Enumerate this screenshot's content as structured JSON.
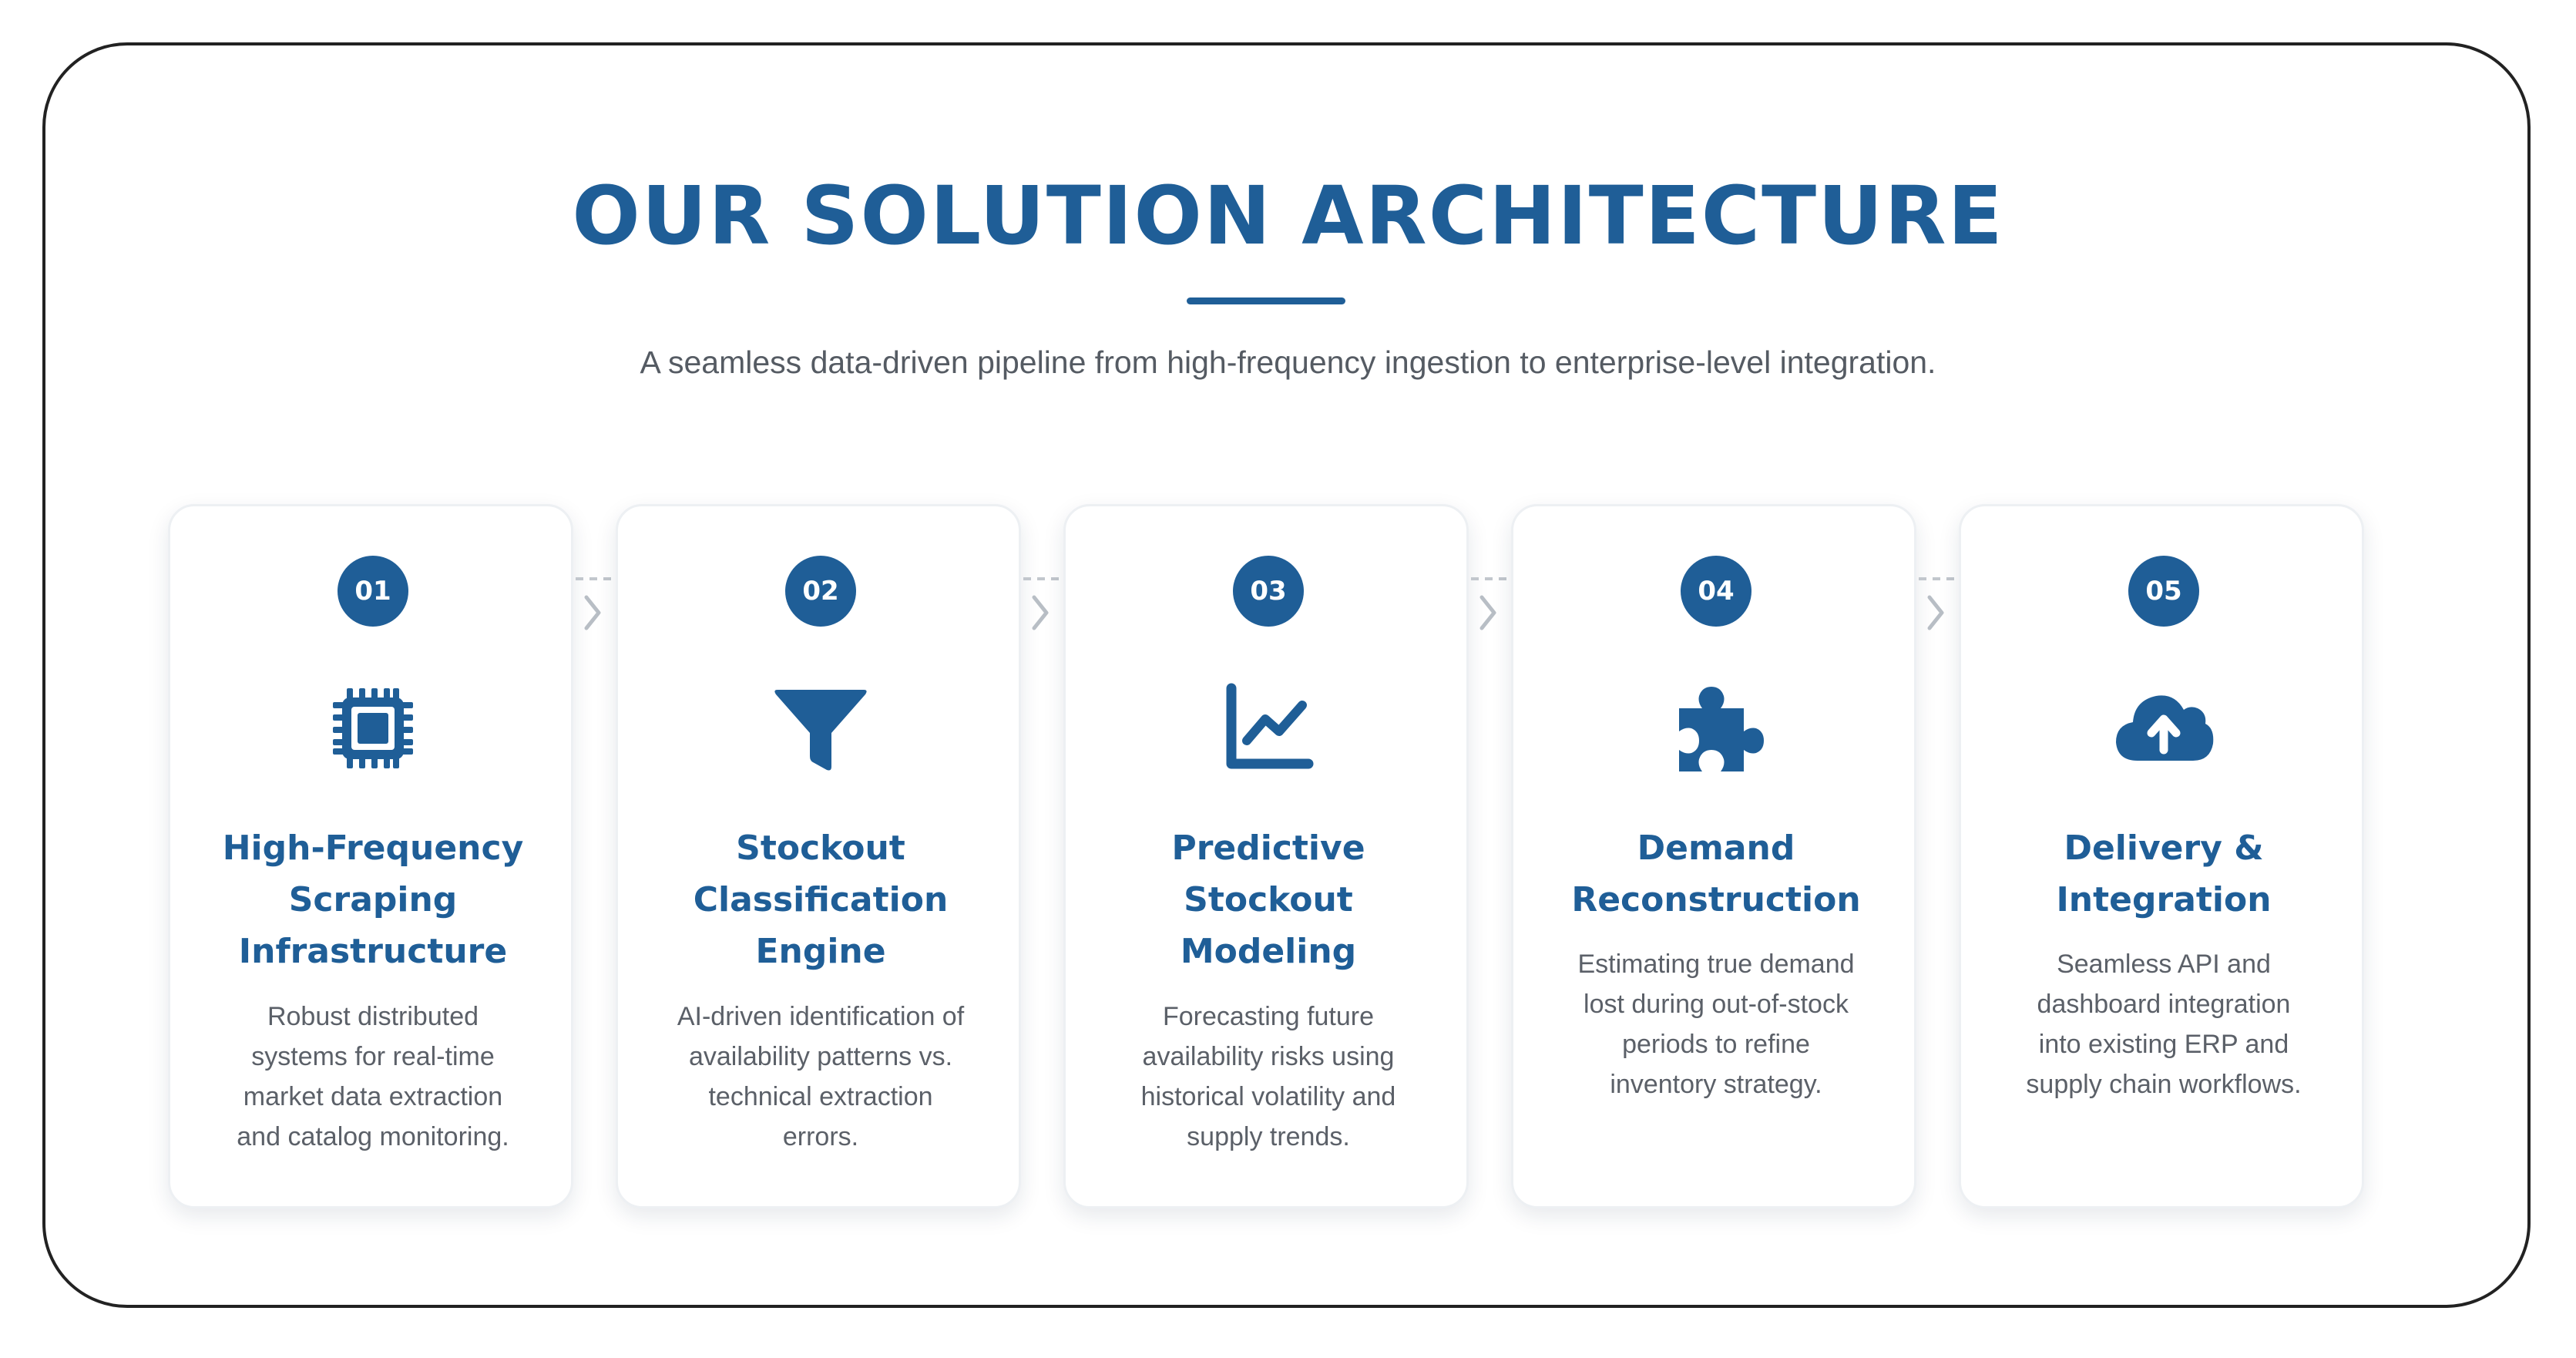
{
  "title": "OUR SOLUTION ARCHITECTURE",
  "subtitle": "A seamless data-driven pipeline from high-frequency ingestion to enterprise-level integration.",
  "colors": {
    "accent": "#1f5e97",
    "text_muted": "#5b6068",
    "border": "#222222",
    "connector": "#c2c7cd"
  },
  "steps": [
    {
      "number": "01",
      "icon": "cpu-chip-icon",
      "title_lines": [
        "High-Frequency",
        "Scraping",
        "Infrastructure"
      ],
      "desc_lines": [
        "Robust distributed",
        "systems for real-time",
        "market data extraction",
        "and catalog monitoring."
      ]
    },
    {
      "number": "02",
      "icon": "funnel-filter-icon",
      "title_lines": [
        "Stockout",
        "Classification",
        "Engine"
      ],
      "desc_lines": [
        "AI-driven identification of",
        "availability patterns vs.",
        "technical extraction",
        "errors."
      ]
    },
    {
      "number": "03",
      "icon": "line-chart-icon",
      "title_lines": [
        "Predictive",
        "Stockout",
        "Modeling"
      ],
      "desc_lines": [
        "Forecasting future",
        "availability risks using",
        "historical volatility and",
        "supply trends."
      ]
    },
    {
      "number": "04",
      "icon": "puzzle-piece-icon",
      "title_lines": [
        "Demand",
        "Reconstruction"
      ],
      "desc_lines": [
        "Estimating true demand",
        "lost during out-of-stock",
        "periods to refine",
        "inventory strategy."
      ]
    },
    {
      "number": "05",
      "icon": "cloud-upload-icon",
      "title_lines": [
        "Delivery &",
        "Integration"
      ],
      "desc_lines": [
        "Seamless API and",
        "dashboard integration",
        "into existing ERP and",
        "supply chain workflows."
      ]
    }
  ]
}
